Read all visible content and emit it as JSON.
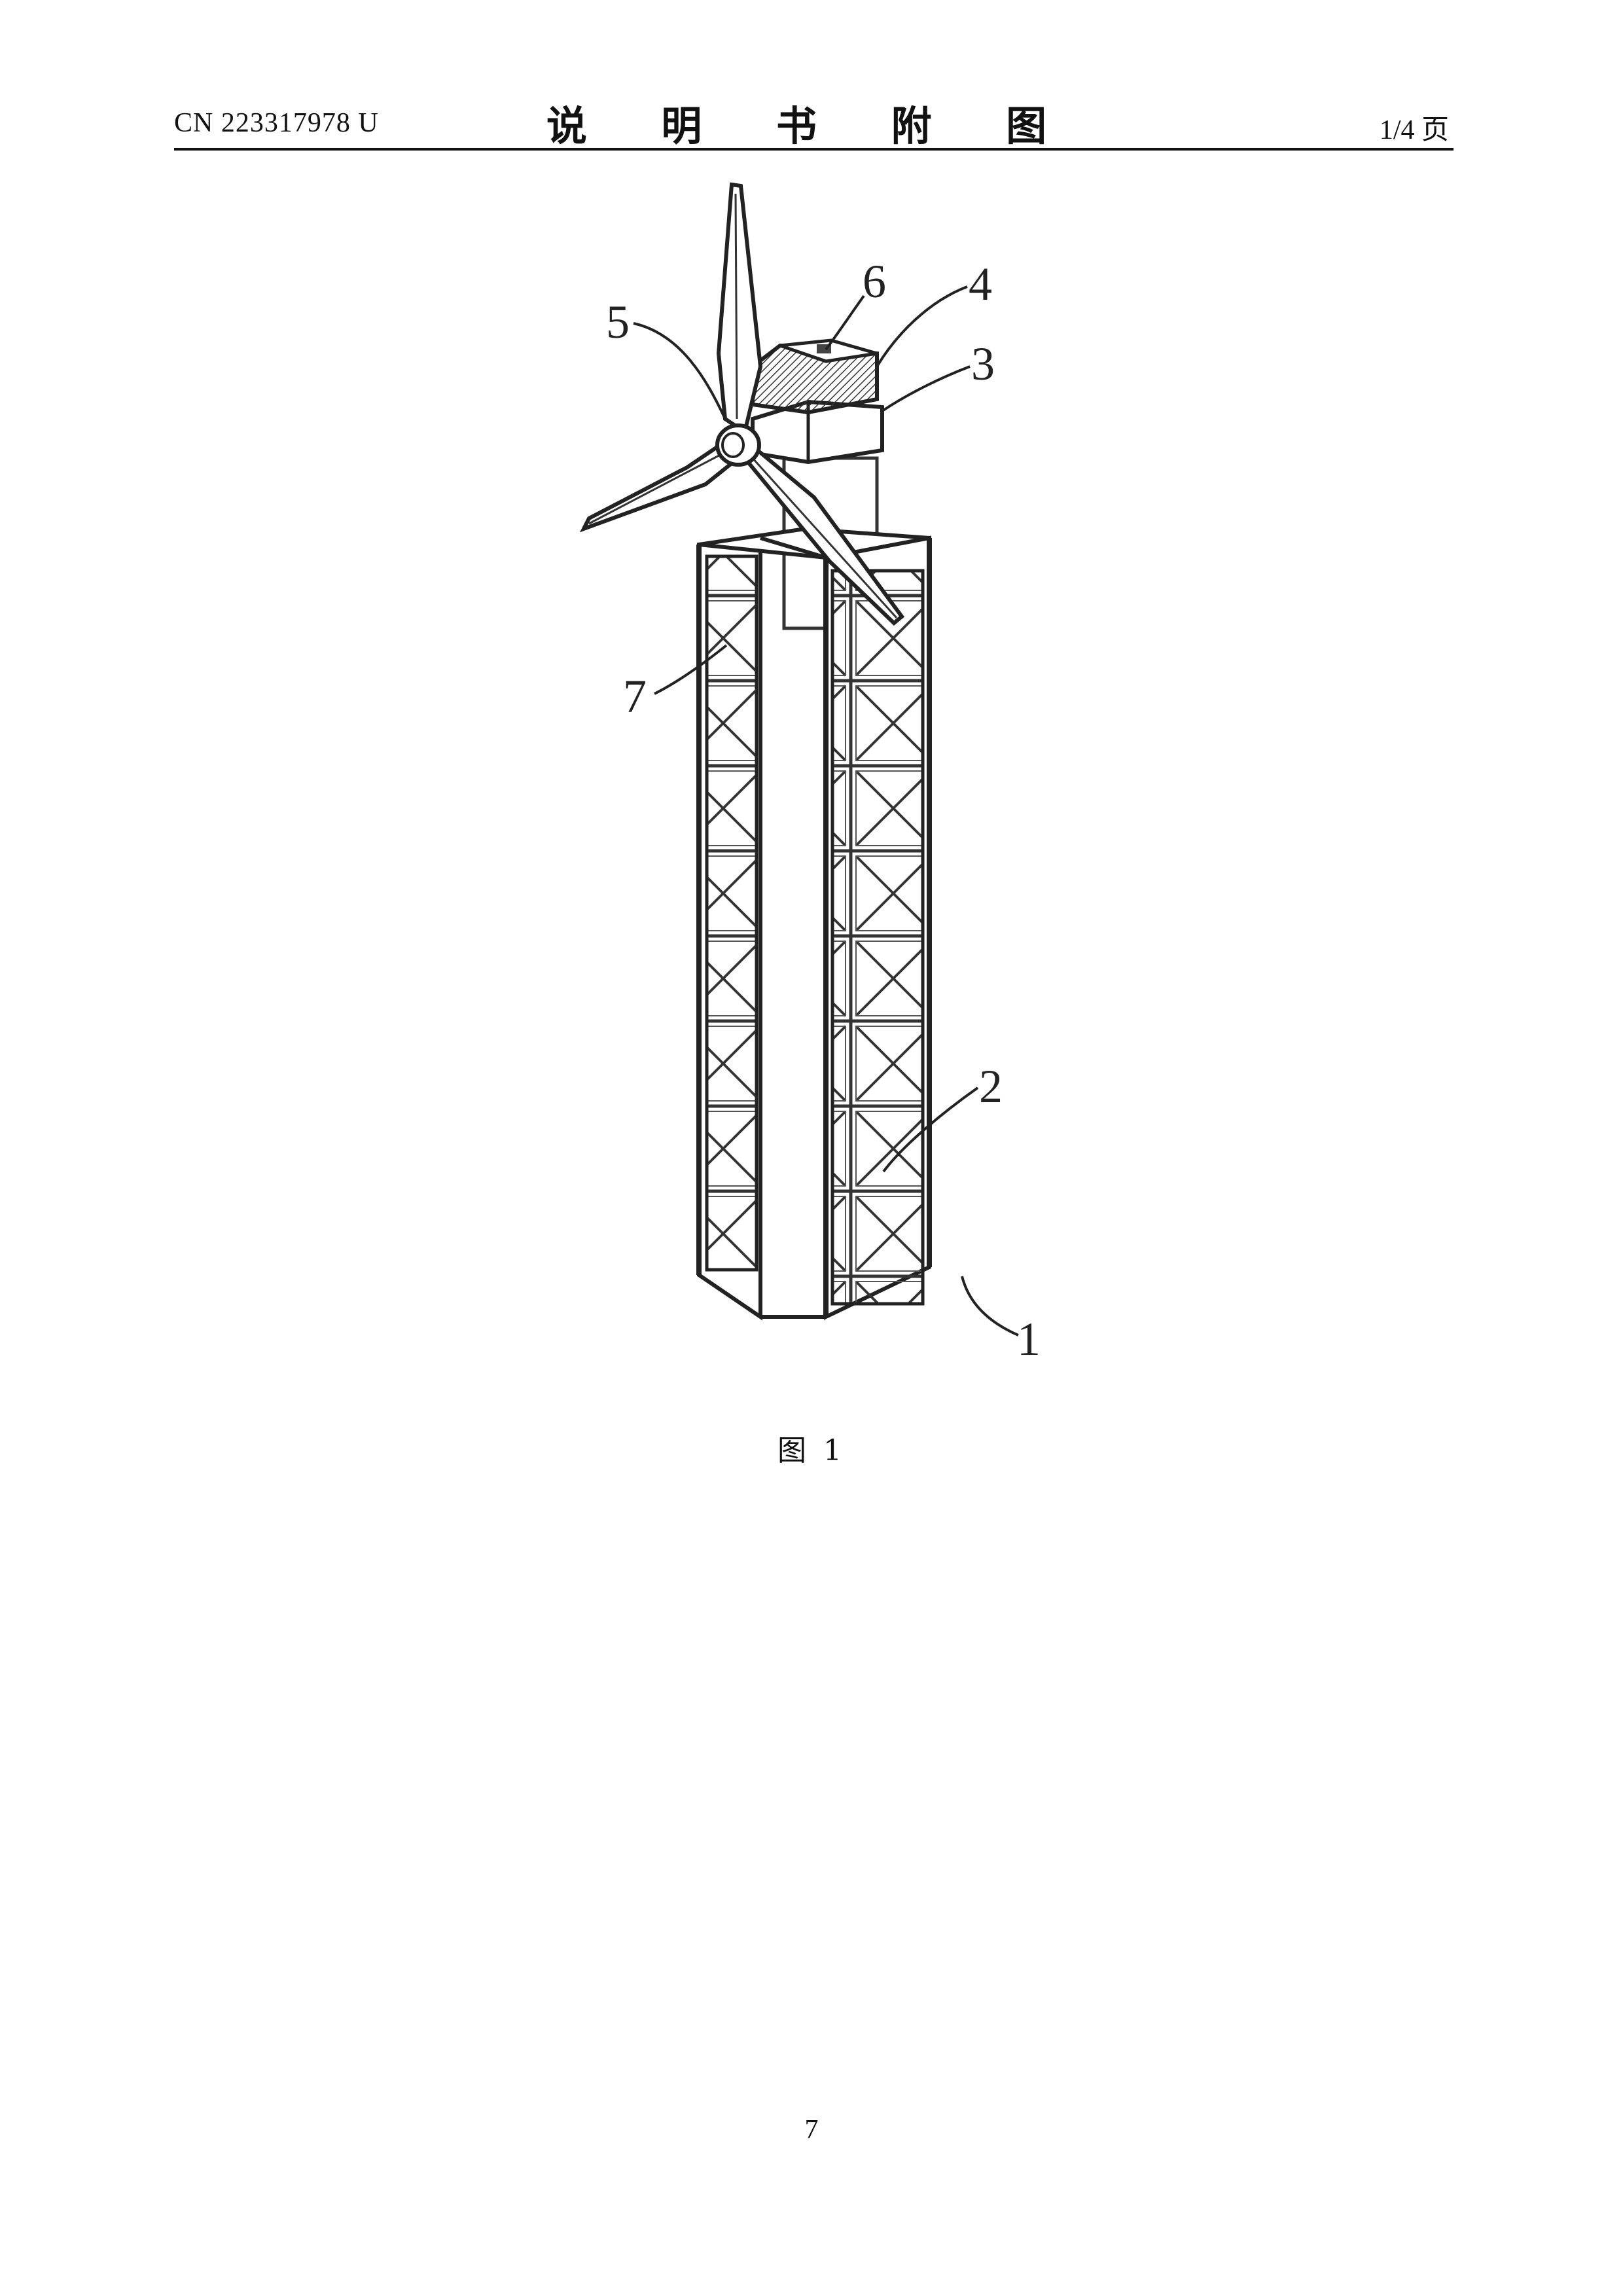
{
  "header": {
    "doc_number": "CN 223317978 U",
    "title": "说 明 书 附 图",
    "page_of": "1/4 页"
  },
  "figure": {
    "caption": "图 1",
    "reference_labels": [
      "5",
      "6",
      "4",
      "3",
      "7",
      "2",
      "1"
    ]
  },
  "footer": {
    "page_number": "7"
  }
}
